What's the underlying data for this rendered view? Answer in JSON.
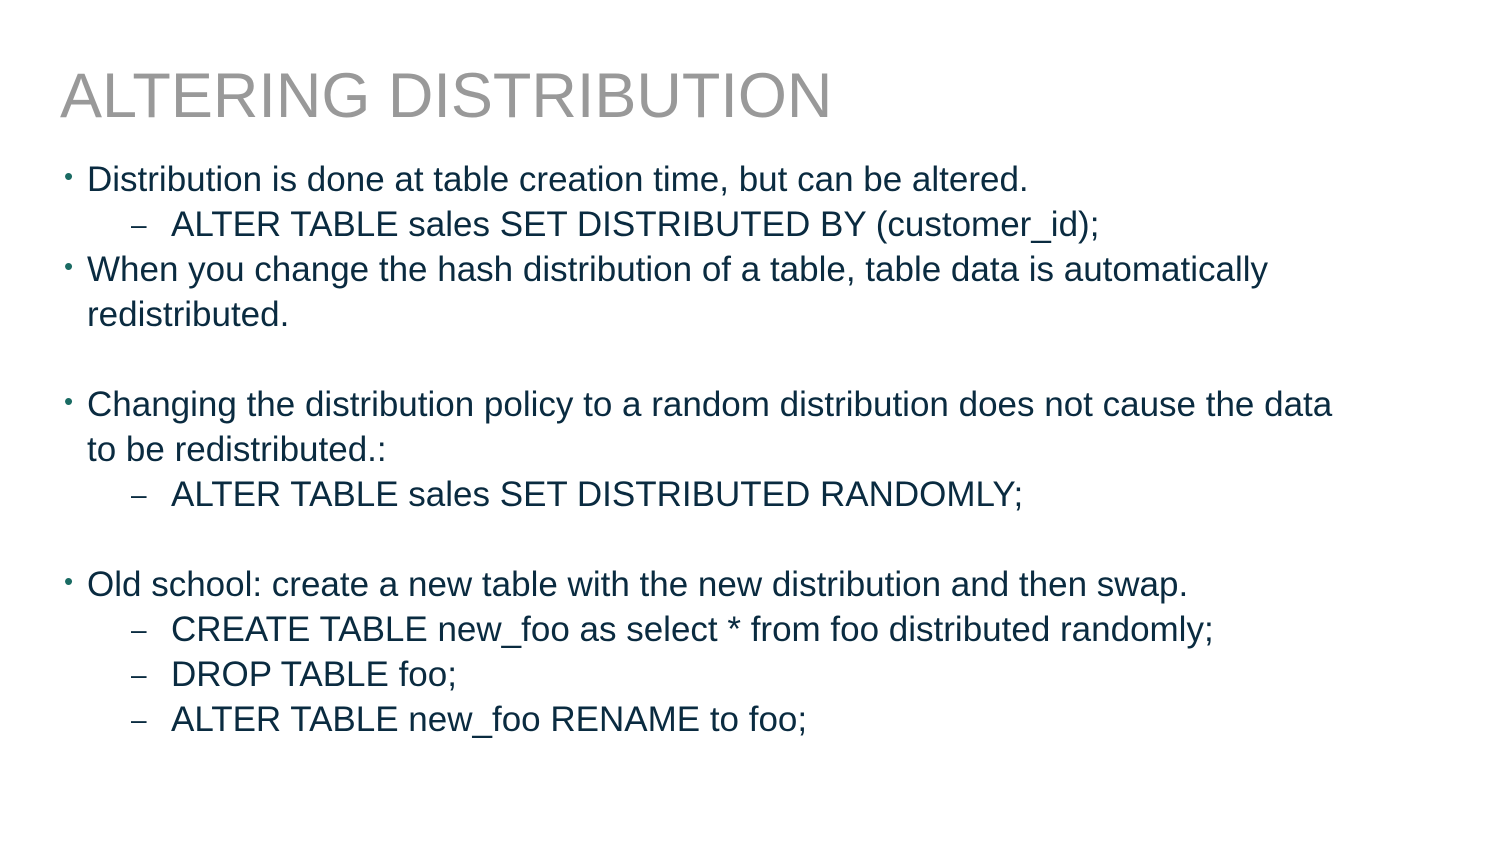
{
  "slide": {
    "title": "ALTERING DISTRIBUTION",
    "bullet_symbol": "•",
    "dash_symbol": "–",
    "colors": {
      "title": "#999999",
      "body_text": "#0a2b40",
      "bullet": "#1a6b63"
    },
    "bullets": [
      {
        "lines": [
          "Distribution is done at table creation time, but can be altered."
        ],
        "subitems": [
          "ALTER TABLE sales SET DISTRIBUTED BY (customer_id);"
        ]
      },
      {
        "lines": [
          "When you change the hash distribution of a table, table data is automatically",
          "redistributed."
        ],
        "subitems": []
      },
      {
        "lines": [
          "Changing the distribution policy to a random distribution does not cause the data",
          "to be redistributed.:"
        ],
        "subitems": [
          "ALTER TABLE sales SET DISTRIBUTED RANDOMLY;"
        ]
      },
      {
        "lines": [
          "Old school:  create a new table with the new distribution and then swap."
        ],
        "subitems": [
          "CREATE TABLE new_foo as select * from foo distributed randomly;",
          "DROP TABLE foo;",
          "ALTER TABLE new_foo RENAME to foo;"
        ]
      }
    ]
  }
}
